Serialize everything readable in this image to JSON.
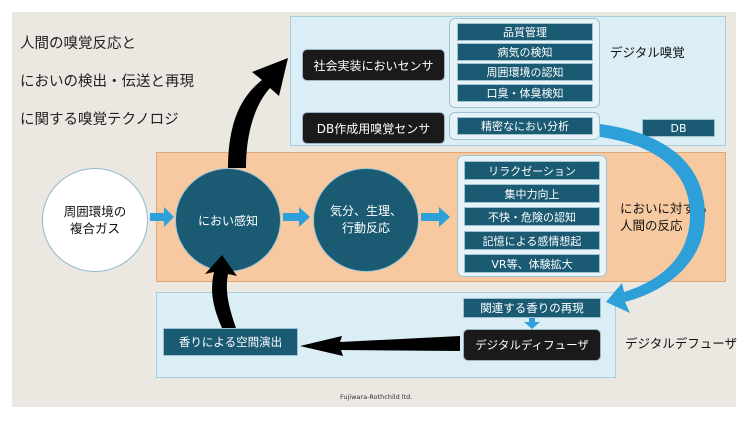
{
  "title_lines": [
    "人間の嗅覚反応と",
    "においの検出・伝送と再現",
    "に関する嗅覚テクノロジ"
  ],
  "digital_olfaction": {
    "label": "デジタル嗅覚",
    "society_sensor": "社会実装においセンサ",
    "db_sensor": "DB作成用嗅覚センサ",
    "applications": [
      "品質管理",
      "病気の検知",
      "周囲環境の認知",
      "口臭・体臭検知"
    ],
    "precise_analysis": "精密なにおい分析",
    "db_label": "DB"
  },
  "human": {
    "env_gas": "周囲環境の\n複合ガス",
    "smell_perception": "におい感知",
    "mood_physio": "気分、生理、\n行動反応",
    "responses": [
      "リラクゼーション",
      "集中力向上",
      "不快・危険の認知",
      "記憶による感情想起",
      "VR等、体験拡大"
    ],
    "response_label": "においに対する\n人間の反応"
  },
  "diffuser": {
    "label": "デジタルデフューザ",
    "reproduce": "関連する香りの再現",
    "device": "デジタルディフューザ",
    "space_effect": "香りによる空間演出"
  },
  "credit": "Fujiwara-Rothchild ltd.",
  "colors": {
    "outer_bg": "#ebe7e1",
    "panel_bg": "#dceef5",
    "panel_border": "#a9cedd",
    "human_bg": "#f7c9a0",
    "teal": "#1a5b73",
    "dark": "#1a1a1a",
    "arrow_blue": "#2d9fd9"
  },
  "icons": [
    "curved-up-arrow-icon",
    "curved-down-arrow-icon",
    "right-arrow-icon",
    "left-arrow-icon"
  ]
}
